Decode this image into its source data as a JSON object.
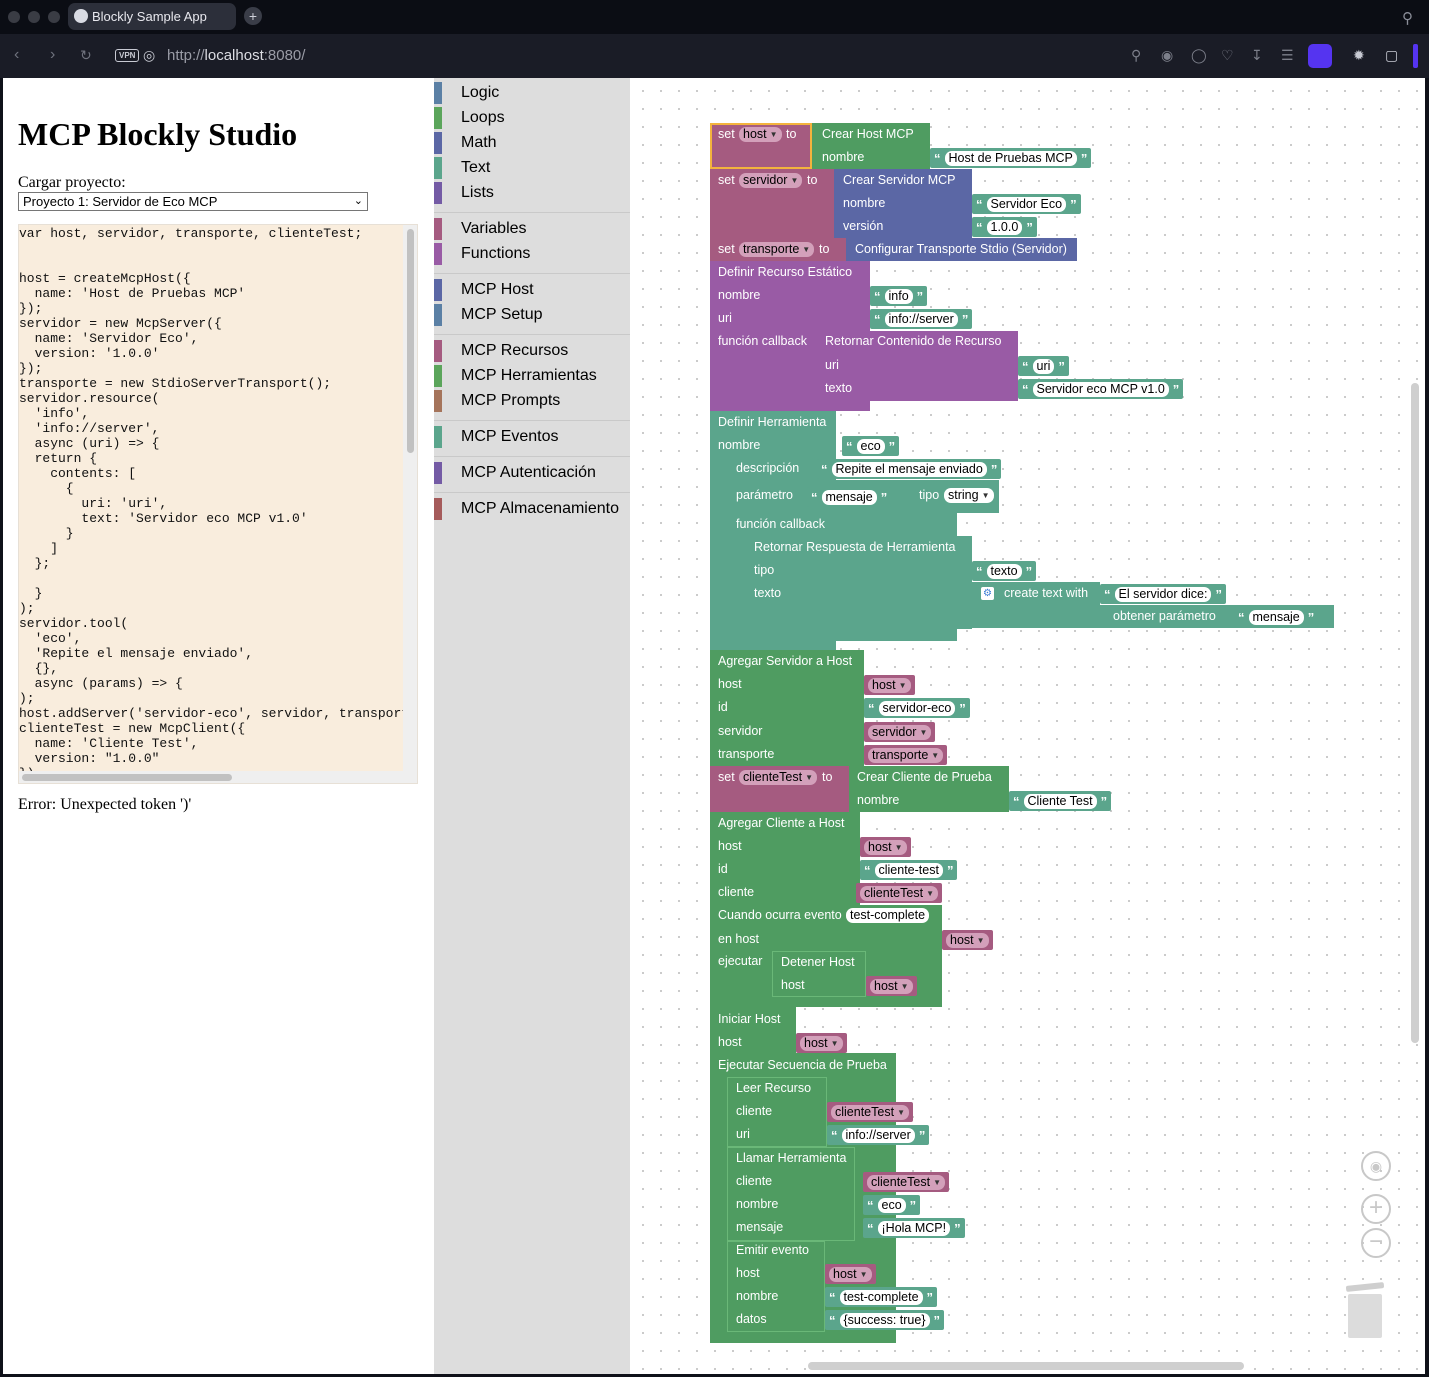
{
  "browser": {
    "tab_title": "Blockly Sample App",
    "new_tab": "+",
    "url_prefix": "http://",
    "url_host": "localhost",
    "url_rest": ":8080/",
    "vpn": "VPN"
  },
  "app": {
    "title": "MCP Blockly Studio",
    "load_label": "Cargar proyecto:",
    "project_selected": "Proyecto 1: Servidor de Eco MCP",
    "error": "Error: Unexpected token ')'",
    "code": "var host, servidor, transporte, clienteTest;\n\n\nhost = createMcpHost({\n  name: 'Host de Pruebas MCP'\n});\nservidor = new McpServer({\n  name: 'Servidor Eco',\n  version: '1.0.0'\n});\ntransporte = new StdioServerTransport();\nservidor.resource(\n  'info',\n  'info://server',\n  async (uri) => {\n  return {\n    contents: [\n      {\n        uri: 'uri',\n        text: 'Servidor eco MCP v1.0'\n      }\n    ]\n  };\n\n  }\n);\nservidor.tool(\n  'eco',\n  'Repite el mensaje enviado',\n  {},\n  async (params) => {\n);\nhost.addServer('servidor-eco', servidor, transport\nclienteTest = new McpClient({\n  name: 'Cliente Test',\n  version: \"1.0.0\"\n})"
  },
  "toolbox": [
    {
      "label": "Logic",
      "color": "#5b80a5"
    },
    {
      "label": "Loops",
      "color": "#5ba55b"
    },
    {
      "label": "Math",
      "color": "#5b67a5"
    },
    {
      "label": "Text",
      "color": "#5ba58c"
    },
    {
      "label": "Lists",
      "color": "#745ba5"
    },
    {
      "label": "Variables",
      "color": "#a55b80"
    },
    {
      "label": "Functions",
      "color": "#995ba5"
    },
    {
      "label": "MCP Host",
      "color": "#5b67a5"
    },
    {
      "label": "MCP Setup",
      "color": "#5b80a5"
    },
    {
      "label": "MCP Recursos",
      "color": "#a55b80"
    },
    {
      "label": "MCP Herramientas",
      "color": "#5ba55b"
    },
    {
      "label": "MCP Prompts",
      "color": "#a5745b"
    },
    {
      "label": "MCP Eventos",
      "color": "#5ba58c"
    },
    {
      "label": "MCP Autenticación",
      "color": "#745ba5"
    },
    {
      "label": "MCP Almacenamiento",
      "color": "#a55b5b"
    }
  ],
  "blocks": {
    "set": "set",
    "to": "to",
    "var_host": "host",
    "var_servidor": "servidor",
    "var_transporte": "transporte",
    "var_clienteTest": "clienteTest",
    "crear_host": "Crear Host MCP",
    "nombre": "nombre",
    "host_name": "Host de Pruebas MCP",
    "crear_servidor": "Crear Servidor MCP",
    "version": "versión",
    "servidor_eco": "Servidor Eco",
    "version_val": "1.0.0",
    "config_transporte": "Configurar Transporte Stdio (Servidor)",
    "definir_recurso": "Definir Recurso Estático",
    "uri": "uri",
    "info": "info",
    "info_uri": "info://server",
    "funcion_callback": "función callback",
    "retornar_recurso": "Retornar Contenido de Recurso",
    "texto": "texto",
    "uri_val": "uri",
    "texto_recurso": "Servidor eco MCP v1.0",
    "definir_herramienta": "Definir Herramienta",
    "eco": "eco",
    "descripcion": "descripción",
    "descripcion_val": "Repite el mensaje enviado",
    "parametro": "parámetro",
    "mensaje": "mensaje",
    "tipo": "tipo",
    "string": "string",
    "retornar_herramienta": "Retornar Respuesta de Herramienta",
    "texto_val": "texto",
    "create_text": "create text with",
    "el_servidor": "El servidor dice: ",
    "obtener_parametro": "obtener parámetro",
    "agregar_servidor": "Agregar Servidor a Host",
    "id": "id",
    "servidor_label": "servidor",
    "transporte_label": "transporte",
    "servidor_eco_id": "servidor-eco",
    "crear_cliente": "Crear Cliente de Prueba",
    "cliente_test_name": "Cliente Test",
    "agregar_cliente": "Agregar Cliente a Host",
    "cliente": "cliente",
    "cliente_test_id": "cliente-test",
    "cuando_evento": "Cuando ocurra evento",
    "test_complete": "test-complete",
    "en_host": "en host",
    "ejecutar": "ejecutar",
    "detener_host": "Detener Host",
    "iniciar_host": "Iniciar Host",
    "ejecutar_secuencia": "Ejecutar Secuencia de Prueba",
    "leer_recurso": "Leer Recurso",
    "llamar_herramienta": "Llamar Herramienta",
    "hola": "¡Hola MCP!",
    "emitir_evento": "Emitir evento",
    "datos": "datos",
    "success": "{success: true}",
    "quote_open": "“",
    "quote_close": "”"
  },
  "colors": {
    "var": "#a55b80",
    "text": "#5ba58c",
    "host": "#5ba55b",
    "server": "#5b67a5",
    "resource": "#995ba5"
  }
}
